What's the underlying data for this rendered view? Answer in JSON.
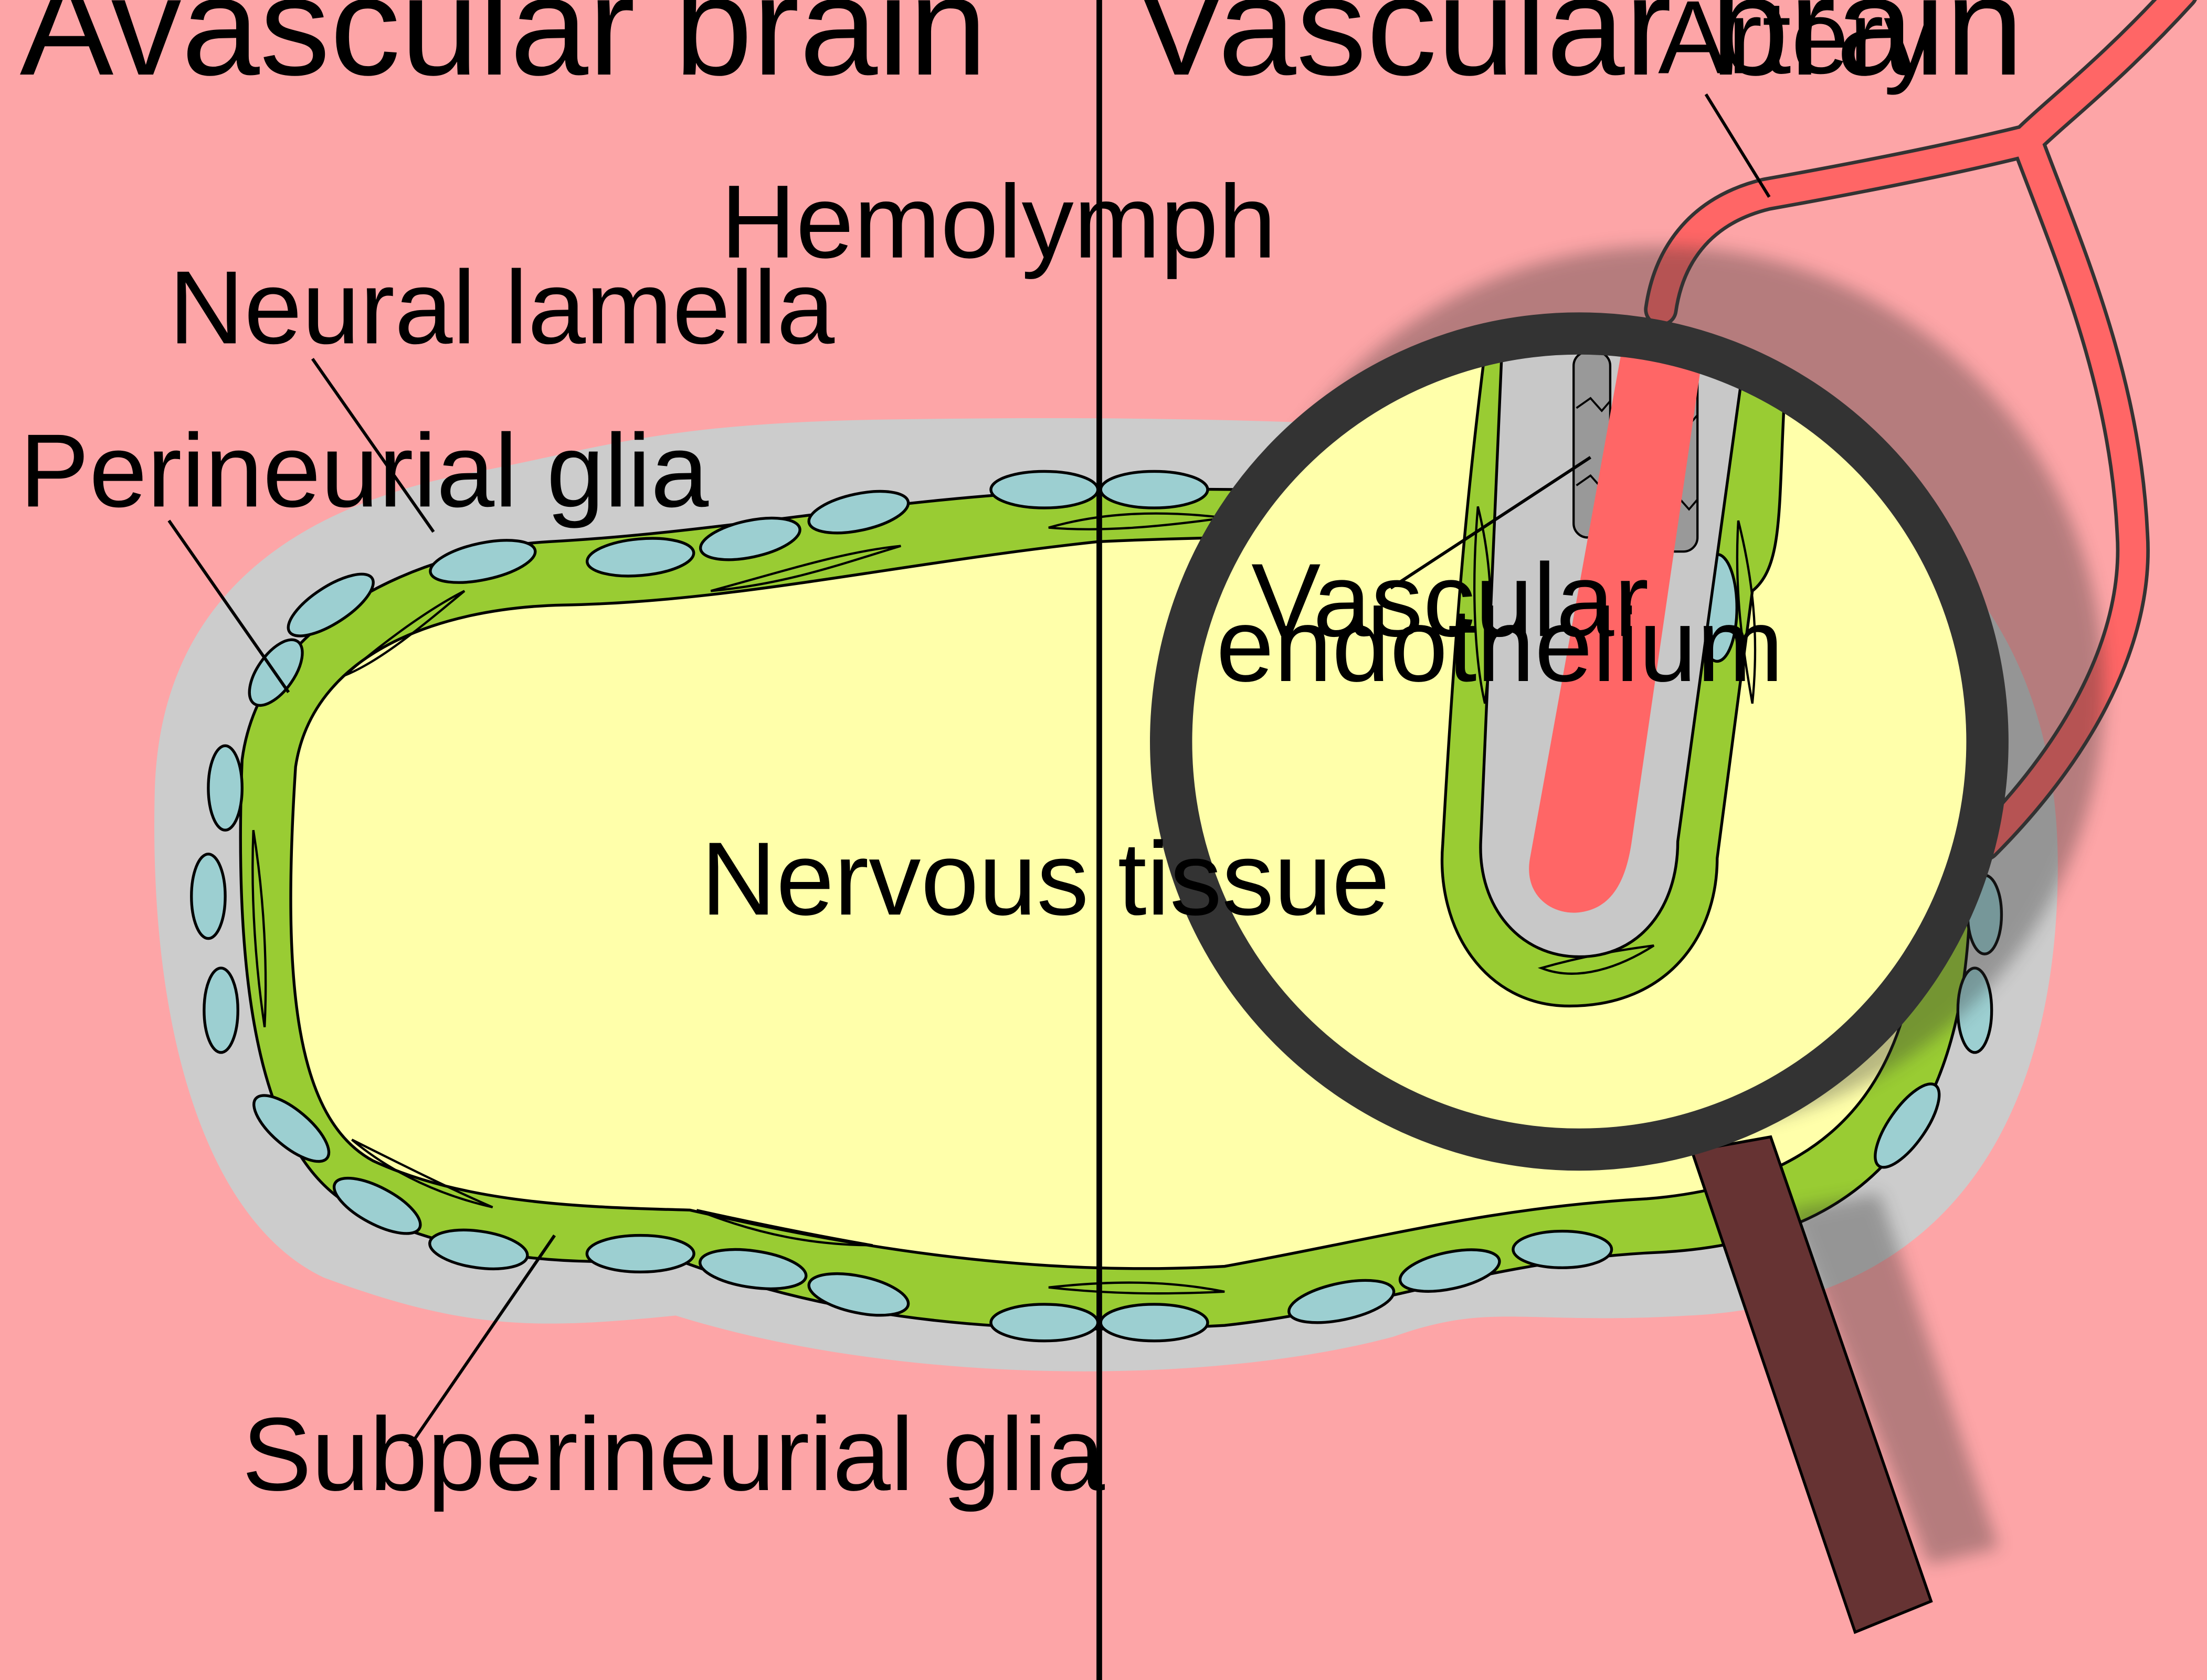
{
  "panels": {
    "left_title": "Avascular brain",
    "right_title": "Vascular brain"
  },
  "labels": {
    "hemolymph": "Hemolymph",
    "neural_lamella": "Neural lamella",
    "perineurial_glia": "Perineurial glia",
    "nervous_tissue": "Nervous tissue",
    "subperineurial_glia": "Subperineurial glia",
    "artery": "Artery",
    "vascular_endothelium_line1": "Vascular",
    "vascular_endothelium_line2": "endothelium"
  },
  "colors": {
    "hemolymph": "#fda5a7",
    "neural_lamella": "#cccccc",
    "perineurial_glia": "#9ccfd1",
    "subperineurial_glia": "#99cc33",
    "nervous_tissue": "#ffffaa",
    "artery": "#ff6666",
    "endothelium": "#c8c8c8",
    "magnifier_rim": "#333333",
    "magnifier_handle": "#663333"
  }
}
